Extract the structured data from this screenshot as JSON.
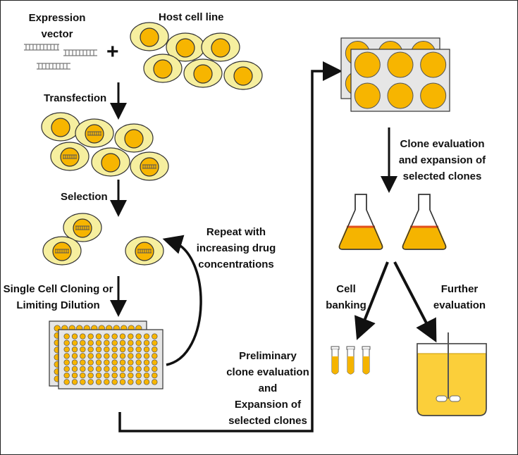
{
  "labels": {
    "expression_vector_1": "Expression",
    "expression_vector_2": "vector",
    "plus": "+",
    "host_cell_line": "Host cell line",
    "transfection": "Transfection",
    "selection": "Selection",
    "repeat_1": "Repeat with",
    "repeat_2": "increasing drug",
    "repeat_3": "concentrations",
    "cloning_1": "Single Cell Cloning or",
    "cloning_2": "Limiting Dilution",
    "preliminary_1": "Preliminary",
    "preliminary_2": "clone evaluation",
    "preliminary_3": "and",
    "preliminary_4": "Expansion of",
    "preliminary_5": "selected clones",
    "clone_eval_1": "Clone evaluation",
    "clone_eval_2": "and expansion of",
    "clone_eval_3": "selected clones",
    "cell_banking_1": "Cell",
    "cell_banking_2": "banking",
    "further_1": "Further",
    "further_2": "evaluation"
  },
  "colors": {
    "cell_outer": "#f6ef9f",
    "cell_nucleus": "#f7b500",
    "well_fill": "#f7b500",
    "plate_fill": "#e6e6e6",
    "flask_liquid": "#f5b400",
    "flask_line": "#e2501b",
    "bioreactor_liquid": "#fbcf3a"
  }
}
